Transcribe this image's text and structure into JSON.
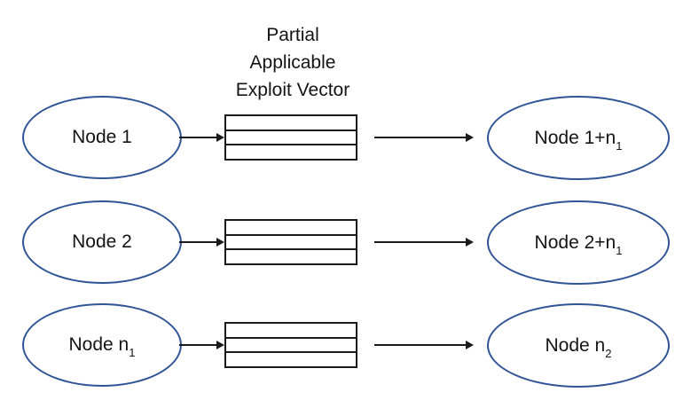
{
  "title": {
    "lines": [
      "Partial",
      "Applicable",
      "Exploit Vector"
    ]
  },
  "colors": {
    "ellipse_stroke": "#2F5496",
    "line": "#1a1a1a",
    "background": "#ffffff"
  },
  "diagram": {
    "type": "flow-diagram",
    "vector_box_cell_count": 3,
    "rows": [
      {
        "left": {
          "text": "Node 1",
          "sub": ""
        },
        "right": {
          "text": "Node 1+n",
          "sub": "1"
        }
      },
      {
        "left": {
          "text": "Node 2",
          "sub": ""
        },
        "right": {
          "text": "Node 2+n",
          "sub": "1"
        }
      },
      {
        "left": {
          "text": "Node n",
          "sub": "1"
        },
        "right": {
          "text": "Node n",
          "sub": "2"
        }
      }
    ]
  }
}
